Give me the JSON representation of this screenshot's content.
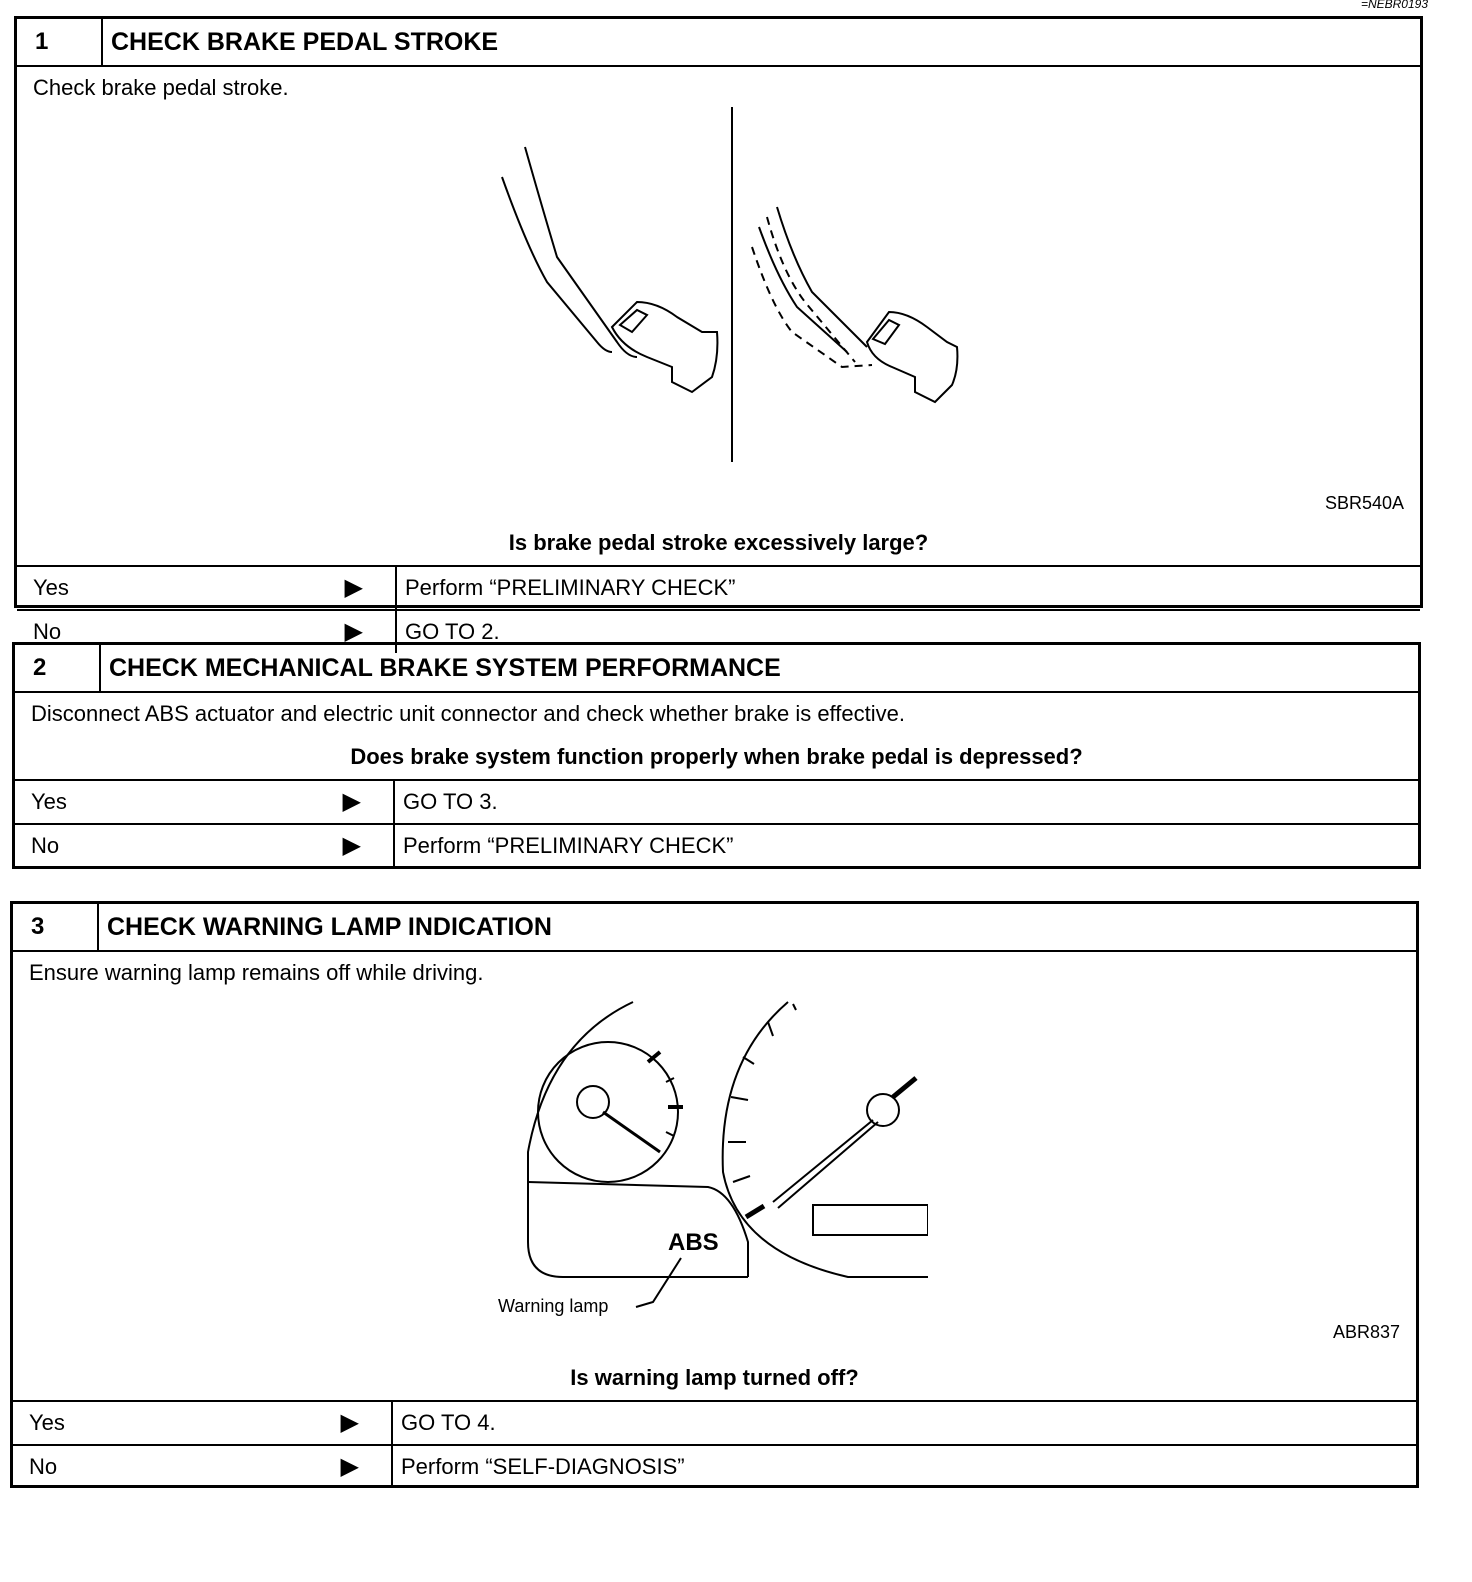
{
  "doc_ref": "=NEBR0193",
  "steps": [
    {
      "number": "1",
      "title": "CHECK BRAKE PEDAL STROKE",
      "instruction": "Check brake pedal stroke.",
      "figure_code": "SBR540A",
      "question": "Is brake pedal stroke excessively large?",
      "answers": [
        {
          "label": "Yes",
          "action": "Perform “PRELIMINARY CHECK”"
        },
        {
          "label": "No",
          "action": "GO TO 2."
        }
      ]
    },
    {
      "number": "2",
      "title": "CHECK MECHANICAL BRAKE SYSTEM PERFORMANCE",
      "instruction": "Disconnect ABS actuator and electric unit connector and check whether brake is effective.",
      "question": "Does brake system function properly when brake pedal is depressed?",
      "answers": [
        {
          "label": "Yes",
          "action": "GO TO 3."
        },
        {
          "label": "No",
          "action": "Perform “PRELIMINARY CHECK”"
        }
      ]
    },
    {
      "number": "3",
      "title": "CHECK WARNING LAMP INDICATION",
      "instruction": "Ensure warning lamp remains off while driving.",
      "figure_code": "ABR837",
      "figure_labels": {
        "abs": "ABS",
        "warning_lamp": "Warning lamp"
      },
      "question": "Is warning lamp turned off?",
      "answers": [
        {
          "label": "Yes",
          "action": "GO TO 4."
        },
        {
          "label": "No",
          "action": "Perform “SELF-DIAGNOSIS”"
        }
      ]
    }
  ],
  "arrow_glyph": "▶"
}
